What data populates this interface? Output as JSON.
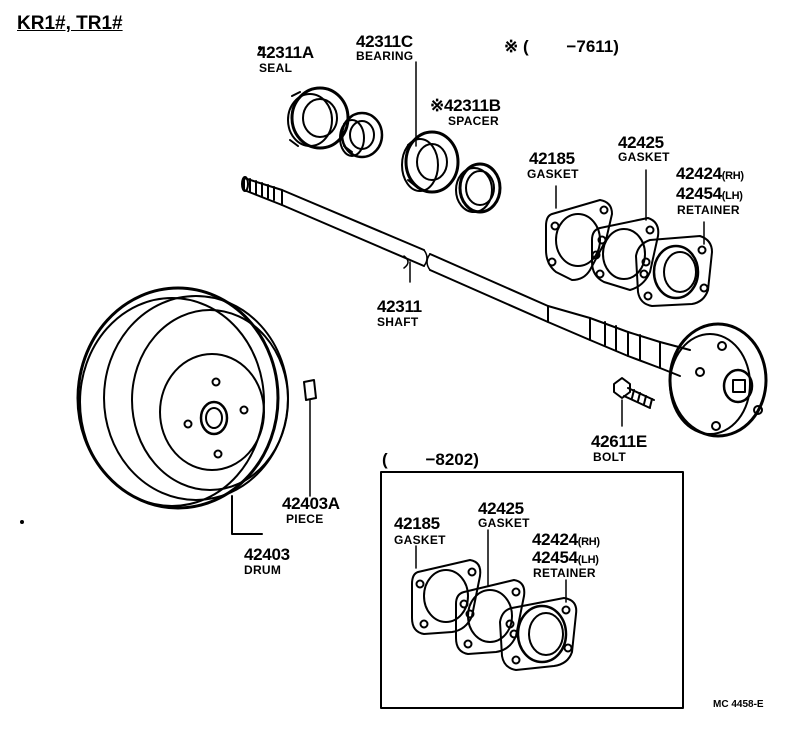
{
  "header": {
    "models": "KR1#, TR1#"
  },
  "note_top": {
    "mark": "※",
    "range": "(        −7611)"
  },
  "inset": {
    "range": "(        −8202)"
  },
  "parts": {
    "seal": {
      "number": "42311A",
      "name": "SEAL"
    },
    "bearing": {
      "number": "42311C",
      "name": "BEARING"
    },
    "spacer": {
      "mark": "※",
      "number": "42311B",
      "name": "SPACER"
    },
    "gasket_a": {
      "number": "42185",
      "name": "GASKET"
    },
    "gasket_b": {
      "number": "42425",
      "name": "GASKET"
    },
    "retainer_rh": {
      "number": "42424",
      "suffix": "(RH)"
    },
    "retainer_lh": {
      "number": "42454",
      "suffix": "(LH)",
      "name": "RETAINER"
    },
    "shaft": {
      "number": "42311",
      "name": "SHAFT"
    },
    "bolt": {
      "number": "42611E",
      "name": "BOLT"
    },
    "piece": {
      "number": "42403A",
      "name": "PIECE"
    },
    "drum": {
      "number": "42403",
      "name": "DRUM"
    }
  },
  "inset_parts": {
    "gasket_a": {
      "number": "42185",
      "name": "GASKET"
    },
    "gasket_b": {
      "number": "42425",
      "name": "GASKET"
    },
    "retainer_rh": {
      "number": "42424",
      "suffix": "(RH)"
    },
    "retainer_lh": {
      "number": "42454",
      "suffix": "(LH)",
      "name": "RETAINER"
    }
  },
  "drawing_code": "MC 4458-E"
}
